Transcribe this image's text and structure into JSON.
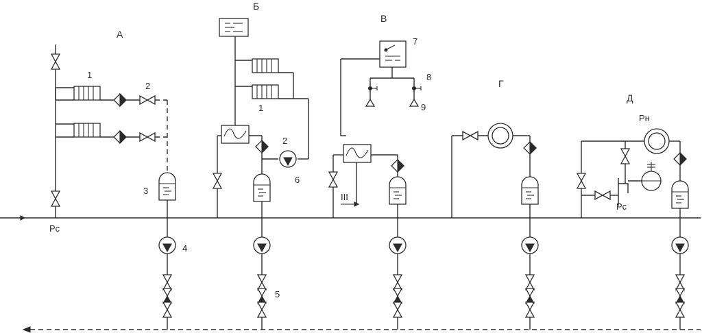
{
  "labels": {
    "section_a": "А",
    "section_b": "Б",
    "section_v": "В",
    "section_g": "Г",
    "section_d": "Д",
    "rs_left": "Рс",
    "rs_right": "Рс",
    "rn": "Рн",
    "iii": "III",
    "n1a": "1",
    "n2a": "2",
    "n3": "3",
    "n4": "4",
    "n1b": "1",
    "n2b": "2",
    "n6": "6",
    "n5": "5",
    "n7": "7",
    "n8": "8",
    "n9": "9"
  },
  "colors": {
    "line": "#2b2b2b",
    "background": "#ffffff"
  }
}
